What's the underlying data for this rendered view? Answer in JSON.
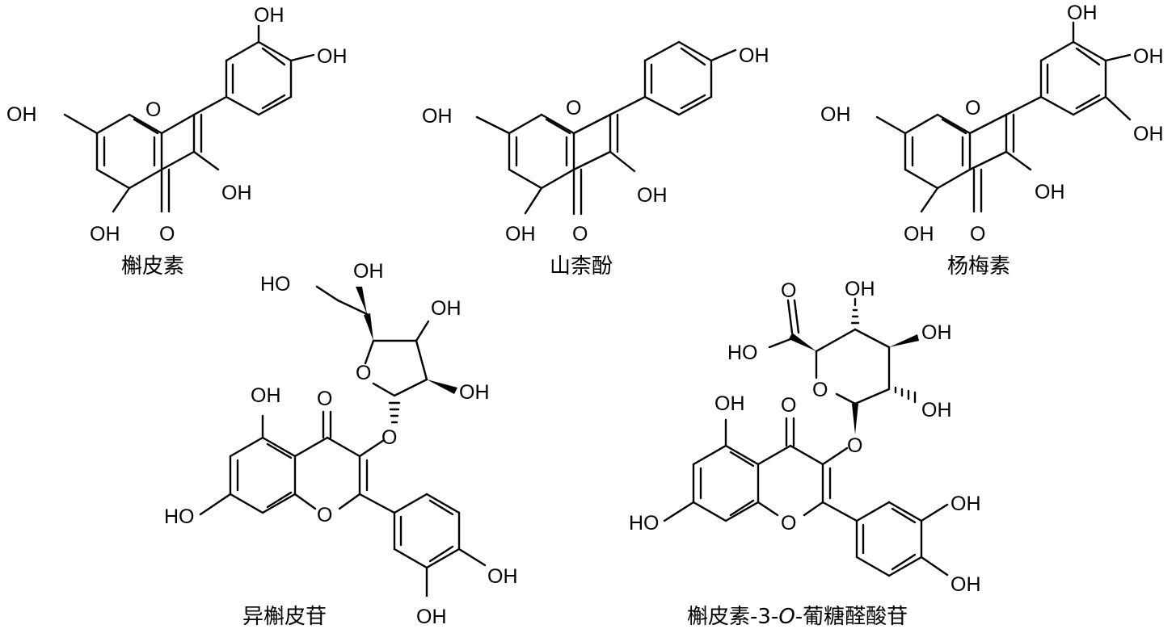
{
  "captions": {
    "quercetin": "槲皮素",
    "kaempferol": "山柰酚",
    "myricetin": "杨梅素",
    "isoquercitrin": "异槲皮苷",
    "glucuronide_a": "槲皮素-3-",
    "glucuronide_o": "O",
    "glucuronide_b": "-葡糖醛酸苷"
  },
  "atoms": {
    "oh": "OH",
    "ho": "HO",
    "o": "O"
  }
}
